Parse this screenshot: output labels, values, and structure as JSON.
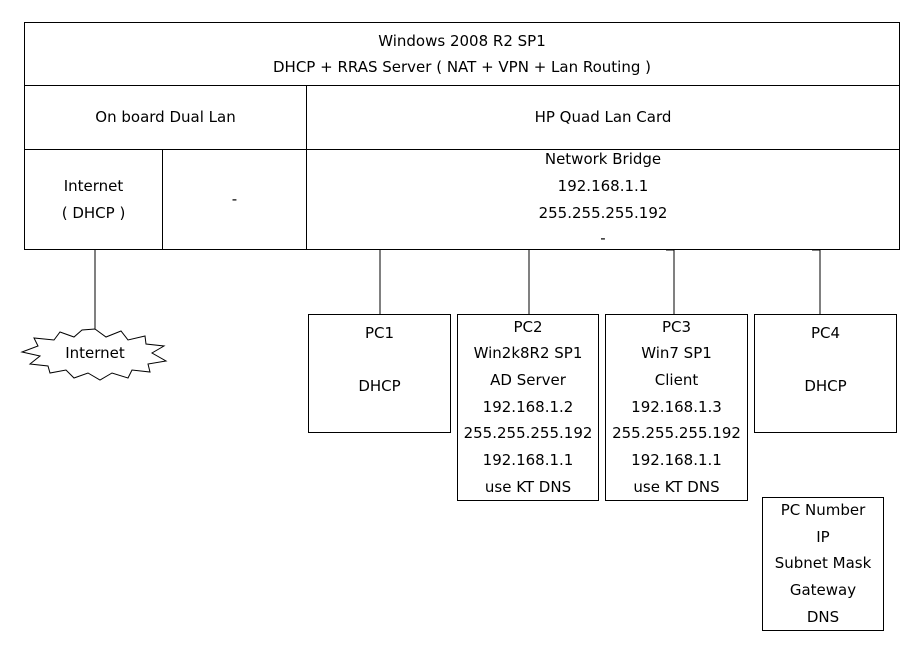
{
  "server": {
    "line1": "Windows 2008 R2 SP1",
    "line2": "DHCP + RRAS Server ( NAT + VPN + Lan Routing )"
  },
  "onboard": {
    "label": "On board Dual Lan",
    "port1": [
      "Internet",
      "( DHCP )"
    ],
    "port2": "-"
  },
  "quad": {
    "label": "HP Quad Lan Card",
    "bridge": [
      "Network Bridge",
      "192.168.1.1",
      "255.255.255.192",
      "-"
    ]
  },
  "internet_cloud": "Internet",
  "pcs": [
    {
      "lines": [
        "PC1",
        "",
        "DHCP"
      ]
    },
    {
      "lines": [
        "PC2",
        "Win2k8R2 SP1",
        "AD Server",
        "192.168.1.2",
        "255.255.255.192",
        "192.168.1.1",
        "use KT DNS"
      ]
    },
    {
      "lines": [
        "PC3",
        "Win7 SP1",
        "Client",
        "192.168.1.3",
        "255.255.255.192",
        "192.168.1.1",
        "use KT DNS"
      ]
    },
    {
      "lines": [
        "PC4",
        "",
        "DHCP"
      ]
    }
  ],
  "legend": [
    "PC Number",
    "IP",
    "Subnet Mask",
    "Gateway",
    "DNS"
  ]
}
